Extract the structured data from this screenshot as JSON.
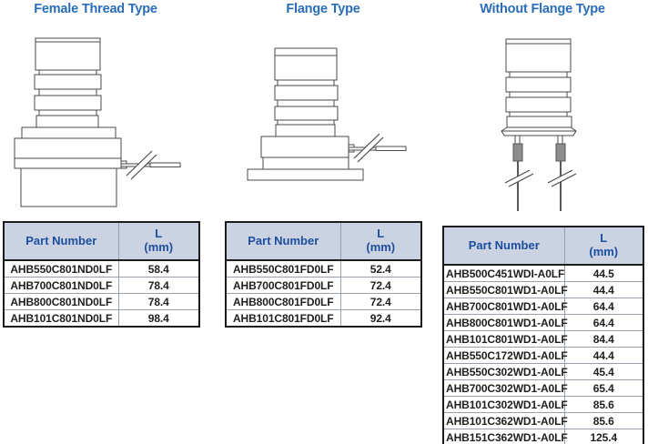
{
  "page": {
    "background": "#ffffff"
  },
  "colors": {
    "title": "#2a6db6",
    "table_header_text": "#1b4f9e",
    "table_header_bg": "#cbd2e2",
    "table_border": "#1c1c1c",
    "grid_line": "#9aa0ab",
    "data_text": "#1f1f1f",
    "drawing_stroke": "#4a4a4a",
    "sleeve_gray": "#8d8d8d"
  },
  "sections": [
    {
      "title": "Female Thread Type",
      "drawing": "female-thread-connector-drawing",
      "table": {
        "header_part": "Part Number",
        "header_l": "L",
        "header_unit": "(mm)",
        "rows": [
          [
            "AHB550C801ND0LF",
            "58.4"
          ],
          [
            "AHB700C801ND0LF",
            "78.4"
          ],
          [
            "AHB800C801ND0LF",
            "78.4"
          ],
          [
            "AHB101C801ND0LF",
            "98.4"
          ]
        ]
      }
    },
    {
      "title": "Flange Type",
      "drawing": "flange-connector-drawing",
      "table": {
        "header_part": "Part Number",
        "header_l": "L",
        "header_unit": "(mm)",
        "rows": [
          [
            "AHB550C801FD0LF",
            "52.4"
          ],
          [
            "AHB700C801FD0LF",
            "72.4"
          ],
          [
            "AHB800C801FD0LF",
            "72.4"
          ],
          [
            "AHB101C801FD0LF",
            "92.4"
          ]
        ]
      }
    },
    {
      "title": "Without Flange Type",
      "drawing": "without-flange-drawing",
      "table": {
        "header_part": "Part Number",
        "header_l": "L",
        "header_unit": "(mm)",
        "rows": [
          [
            "AHB500C451WDI-A0LF",
            "44.5"
          ],
          [
            "AHB550C801WD1-A0LF",
            "44.4"
          ],
          [
            "AHB700C801WD1-A0LF",
            "64.4"
          ],
          [
            "AHB800C801WD1-A0LF",
            "64.4"
          ],
          [
            "AHB101C801WD1-A0LF",
            "84.4"
          ],
          [
            "AHB550C172WD1-A0LF",
            "44.4"
          ],
          [
            "AHB550C302WD1-A0LF",
            "45.4"
          ],
          [
            "AHB700C302WD1-A0LF",
            "65.4"
          ],
          [
            "AHB101C302WD1-A0LF",
            "85.6"
          ],
          [
            "AHB101C362WD1-A0LF",
            "85.6"
          ],
          [
            "AHB151C362WD1-A0LF",
            "125.4"
          ]
        ]
      }
    }
  ]
}
